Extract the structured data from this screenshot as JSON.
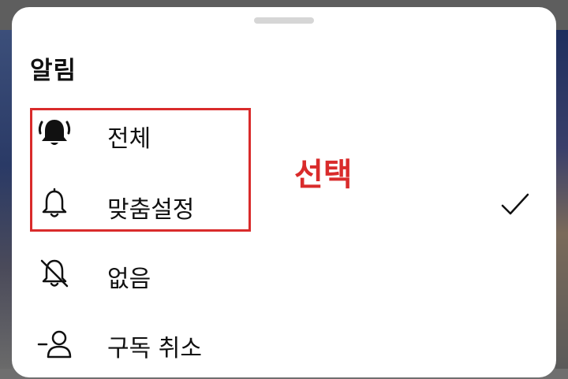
{
  "sheet": {
    "title": "알림",
    "items": [
      {
        "label": "전체",
        "icon": "bell-ringing-filled-icon",
        "selected": false
      },
      {
        "label": "맞춤설정",
        "icon": "bell-outline-icon",
        "selected": true
      },
      {
        "label": "없음",
        "icon": "bell-off-icon",
        "selected": false
      },
      {
        "label": "구독 취소",
        "icon": "person-remove-icon",
        "selected": false
      }
    ]
  },
  "annotation": {
    "text": "선택",
    "color": "#d92b2b"
  }
}
